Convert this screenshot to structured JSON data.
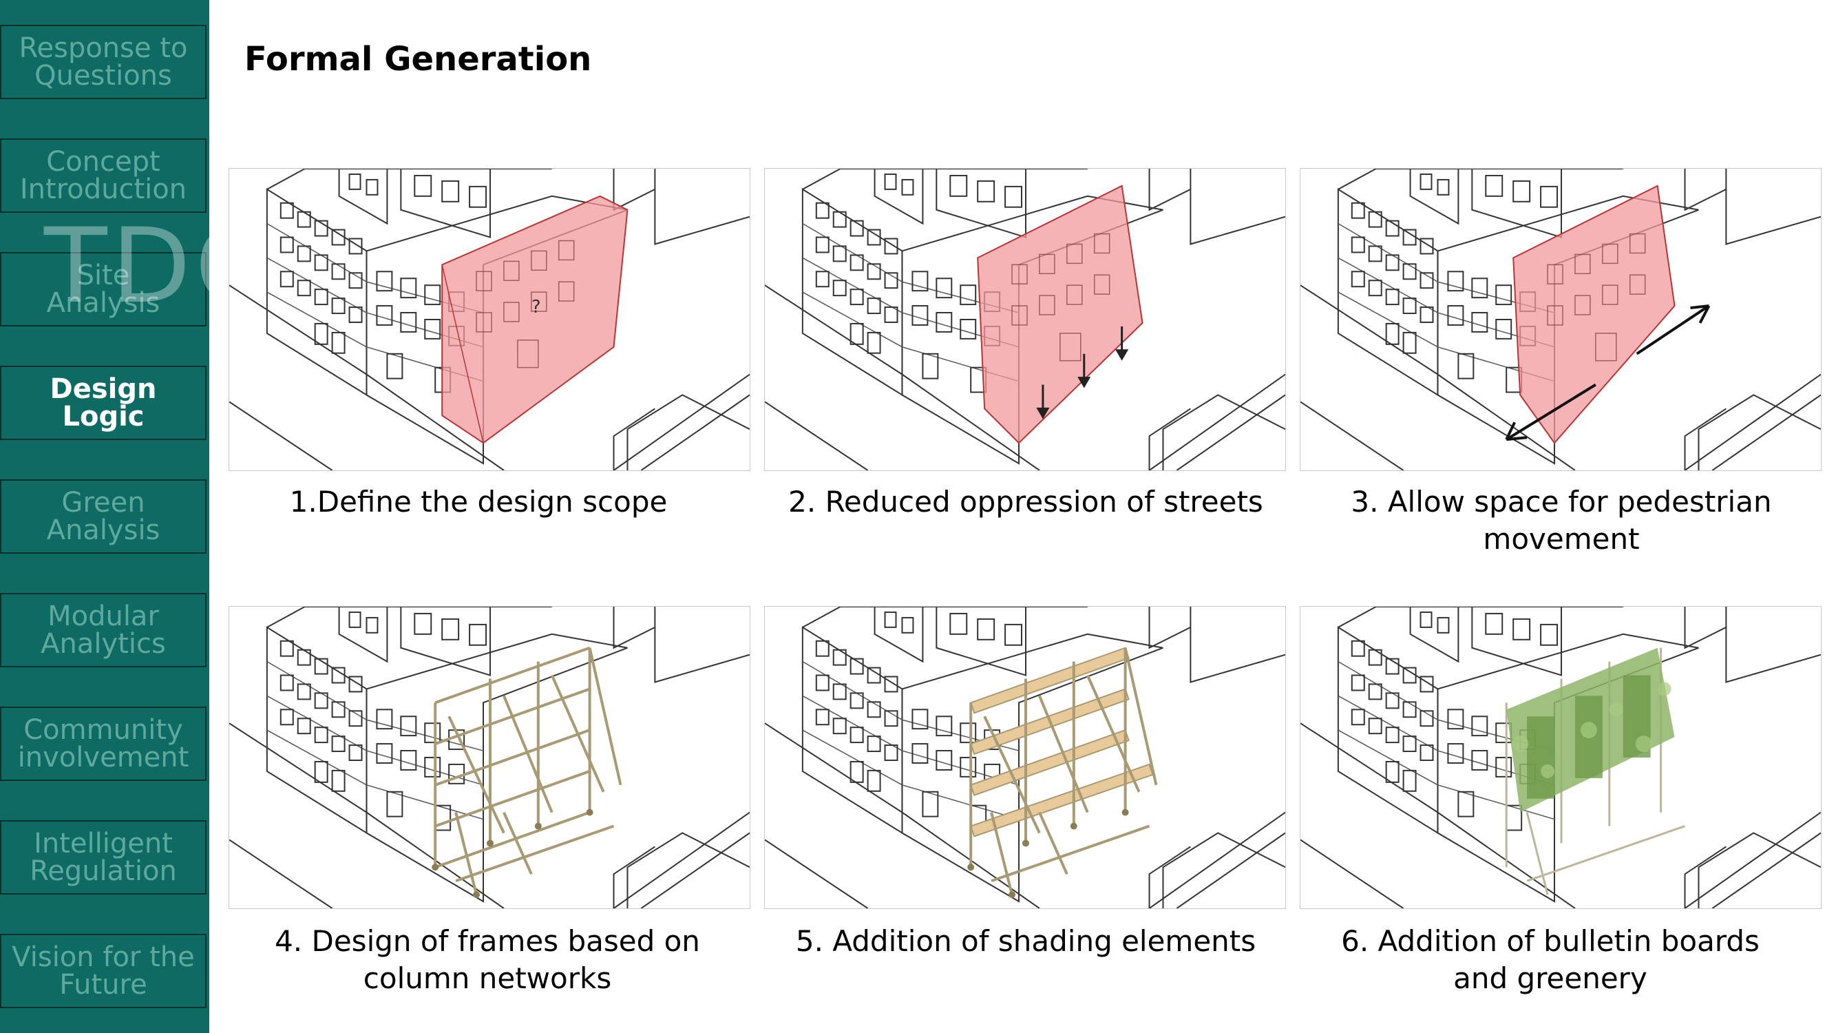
{
  "sidebar": {
    "items": [
      {
        "label": "Response to\nQuestions",
        "active": false
      },
      {
        "label": "Concept\nIntroduction",
        "active": false
      },
      {
        "label": "Site\nAnalysis",
        "active": false
      },
      {
        "label": "Design\nLogic",
        "active": true
      },
      {
        "label": "Green\nAnalysis",
        "active": false
      },
      {
        "label": "Modular\nAnalytics",
        "active": false
      },
      {
        "label": "Community\ninvolvement",
        "active": false
      },
      {
        "label": "Intelligent\nRegulation",
        "active": false
      },
      {
        "label": "Vision for the\nFuture",
        "active": false
      }
    ],
    "watermark": "TDO"
  },
  "main": {
    "title": "Formal Generation",
    "steps": [
      {
        "caption": "1.Define the design scope"
      },
      {
        "caption": "2. Reduced oppression of streets"
      },
      {
        "caption": "3. Allow space for pedestrian\nmovement"
      },
      {
        "caption": "4. Design of frames based on\ncolumn networks"
      },
      {
        "caption": "5. Addition of shading elements"
      },
      {
        "caption": "6. Addition of bulletin boards\nand greenery"
      }
    ]
  },
  "colors": {
    "sidebar_bg": "#0e6b63",
    "facade_red": "#f29a9e",
    "frame_tan": "#a89a72",
    "shade_wood": "#e8c99a",
    "greenery": "#8fb56a"
  }
}
